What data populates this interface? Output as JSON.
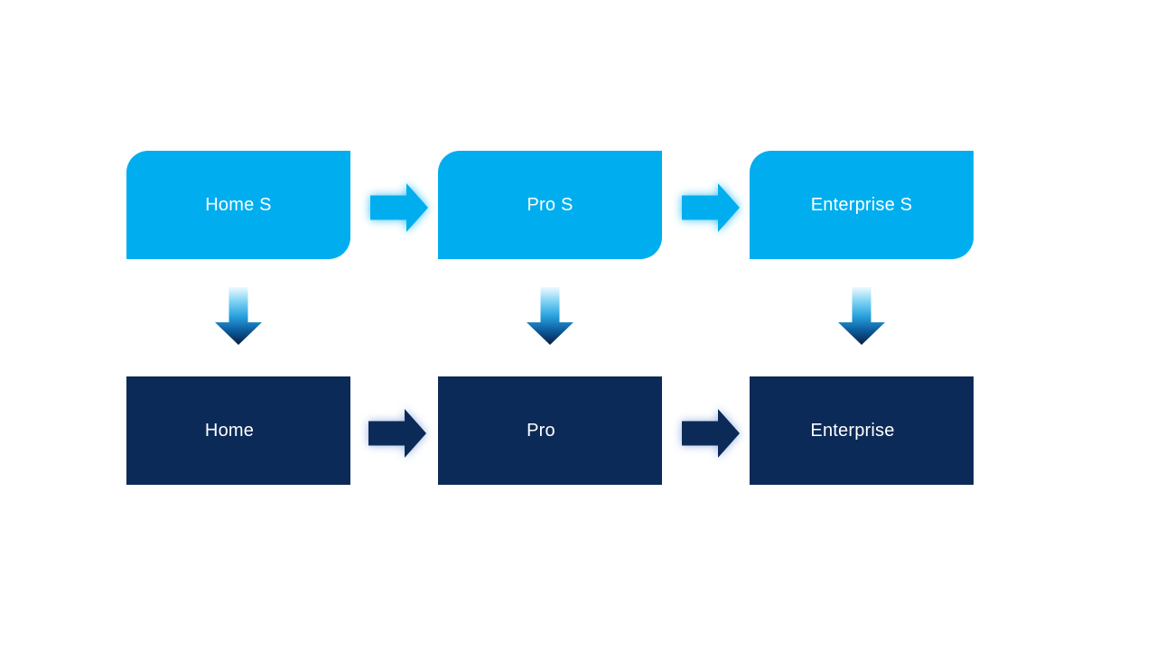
{
  "colors": {
    "background": "#FFFFFF",
    "light_blue": "#00AEEF",
    "dark_navy": "#0B2A57",
    "label_text": "#FFFFFF",
    "glow_light": "rgba(0,174,239,0.75)",
    "glow_dark": "rgba(141,169,219,0.9)"
  },
  "top_row": {
    "items": [
      {
        "label": "Home S"
      },
      {
        "label": "Pro S"
      },
      {
        "label": "Enterprise S"
      }
    ]
  },
  "bottom_row": {
    "items": [
      {
        "label": "Home"
      },
      {
        "label": "Pro"
      },
      {
        "label": "Enterprise"
      }
    ]
  },
  "connectors": {
    "horizontal_top": [
      {
        "from": "Home S",
        "to": "Pro S",
        "icon": "right-arrow"
      },
      {
        "from": "Pro S",
        "to": "Enterprise S",
        "icon": "right-arrow"
      }
    ],
    "horizontal_bottom": [
      {
        "from": "Home",
        "to": "Pro",
        "icon": "right-arrow"
      },
      {
        "from": "Pro",
        "to": "Enterprise",
        "icon": "right-arrow"
      }
    ],
    "vertical": [
      {
        "from": "Home S",
        "to": "Home",
        "icon": "down-arrow"
      },
      {
        "from": "Pro S",
        "to": "Pro",
        "icon": "down-arrow"
      },
      {
        "from": "Enterprise S",
        "to": "Enterprise",
        "icon": "down-arrow"
      }
    ]
  }
}
